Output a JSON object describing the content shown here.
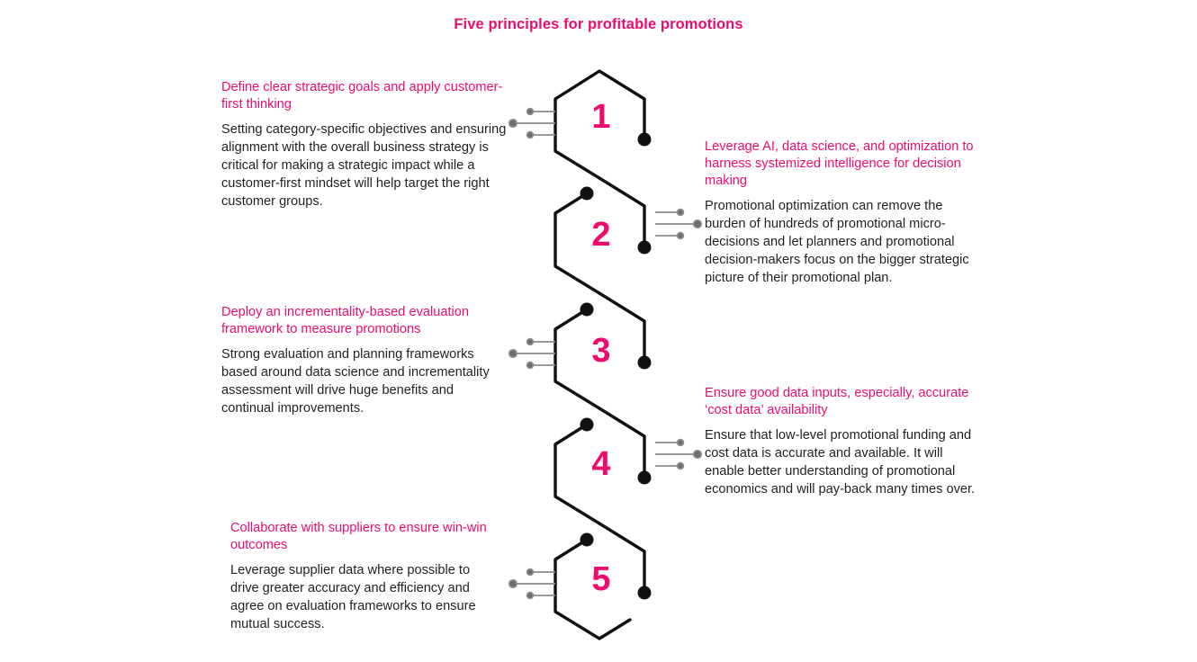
{
  "title": "Five principles for profitable promotions",
  "colors": {
    "accent": "#ed0c6e",
    "body_text": "#231f20",
    "chain": "#111111",
    "connector": "#8c8c8c",
    "background": "#ffffff"
  },
  "steps": [
    {
      "number": "1",
      "side": "left",
      "heading": "Define clear strategic goals and apply customer-first thinking",
      "body": "Setting category-specific objectives and ensuring alignment with the overall business strategy is critical for making a strategic impact while a customer-first mindset will help target the right customer groups."
    },
    {
      "number": "2",
      "side": "right",
      "heading": "Leverage AI, data science, and optimization to harness systemized intelligence for decision making",
      "body": "Promotional optimization can remove the burden of hundreds of promotional micro-decisions and let planners and promotional decision-makers focus on the bigger strategic picture of their promotional plan."
    },
    {
      "number": "3",
      "side": "left",
      "heading": "Deploy an incrementality-based evaluation framework to measure promotions",
      "body": "Strong evaluation and planning frameworks based around data science and incrementality assessment will drive huge benefits and continual improvements."
    },
    {
      "number": "4",
      "side": "right",
      "heading": "Ensure good data inputs, especially, accurate ‘cost data’ availability",
      "body": "Ensure that low-level promotional funding and cost data is accurate and available. It will enable better understanding of promotional economics and will pay-back many times over."
    },
    {
      "number": "5",
      "side": "left",
      "heading": "Collaborate with suppliers to ensure win-win outcomes",
      "body": "Leverage supplier data where possible to drive greater accuracy and efficiency and agree on evaluation frameworks to ensure mutual success."
    }
  ]
}
